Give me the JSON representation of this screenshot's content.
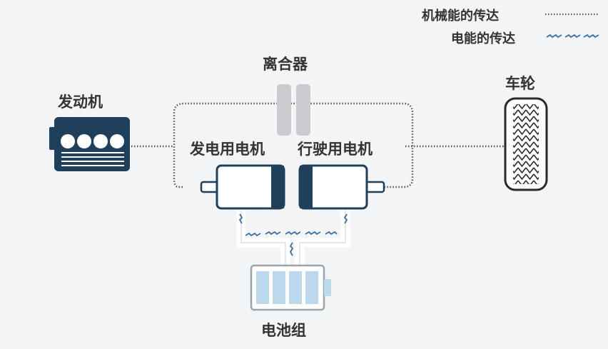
{
  "legend": {
    "mechanical": "机械能的传达",
    "electrical": "电能的传达"
  },
  "labels": {
    "engine": "发动机",
    "clutch": "离合器",
    "generator": "发电用电机",
    "drive_motor": "行驶用电机",
    "wheel": "车轮",
    "battery": "电池组"
  },
  "colors": {
    "background": "#f3f4f6",
    "text": "#333333",
    "device_dark": "#1f3f5b",
    "mechanical_line": "#555555",
    "electrical_line": "#3a6fa0",
    "battery_cell": "#bcd8ec",
    "clutch": "#c9cbce"
  },
  "icons": [
    "engine-icon",
    "clutch-icon",
    "generator-icon",
    "drive-motor-icon",
    "wheel-icon",
    "battery-icon"
  ]
}
